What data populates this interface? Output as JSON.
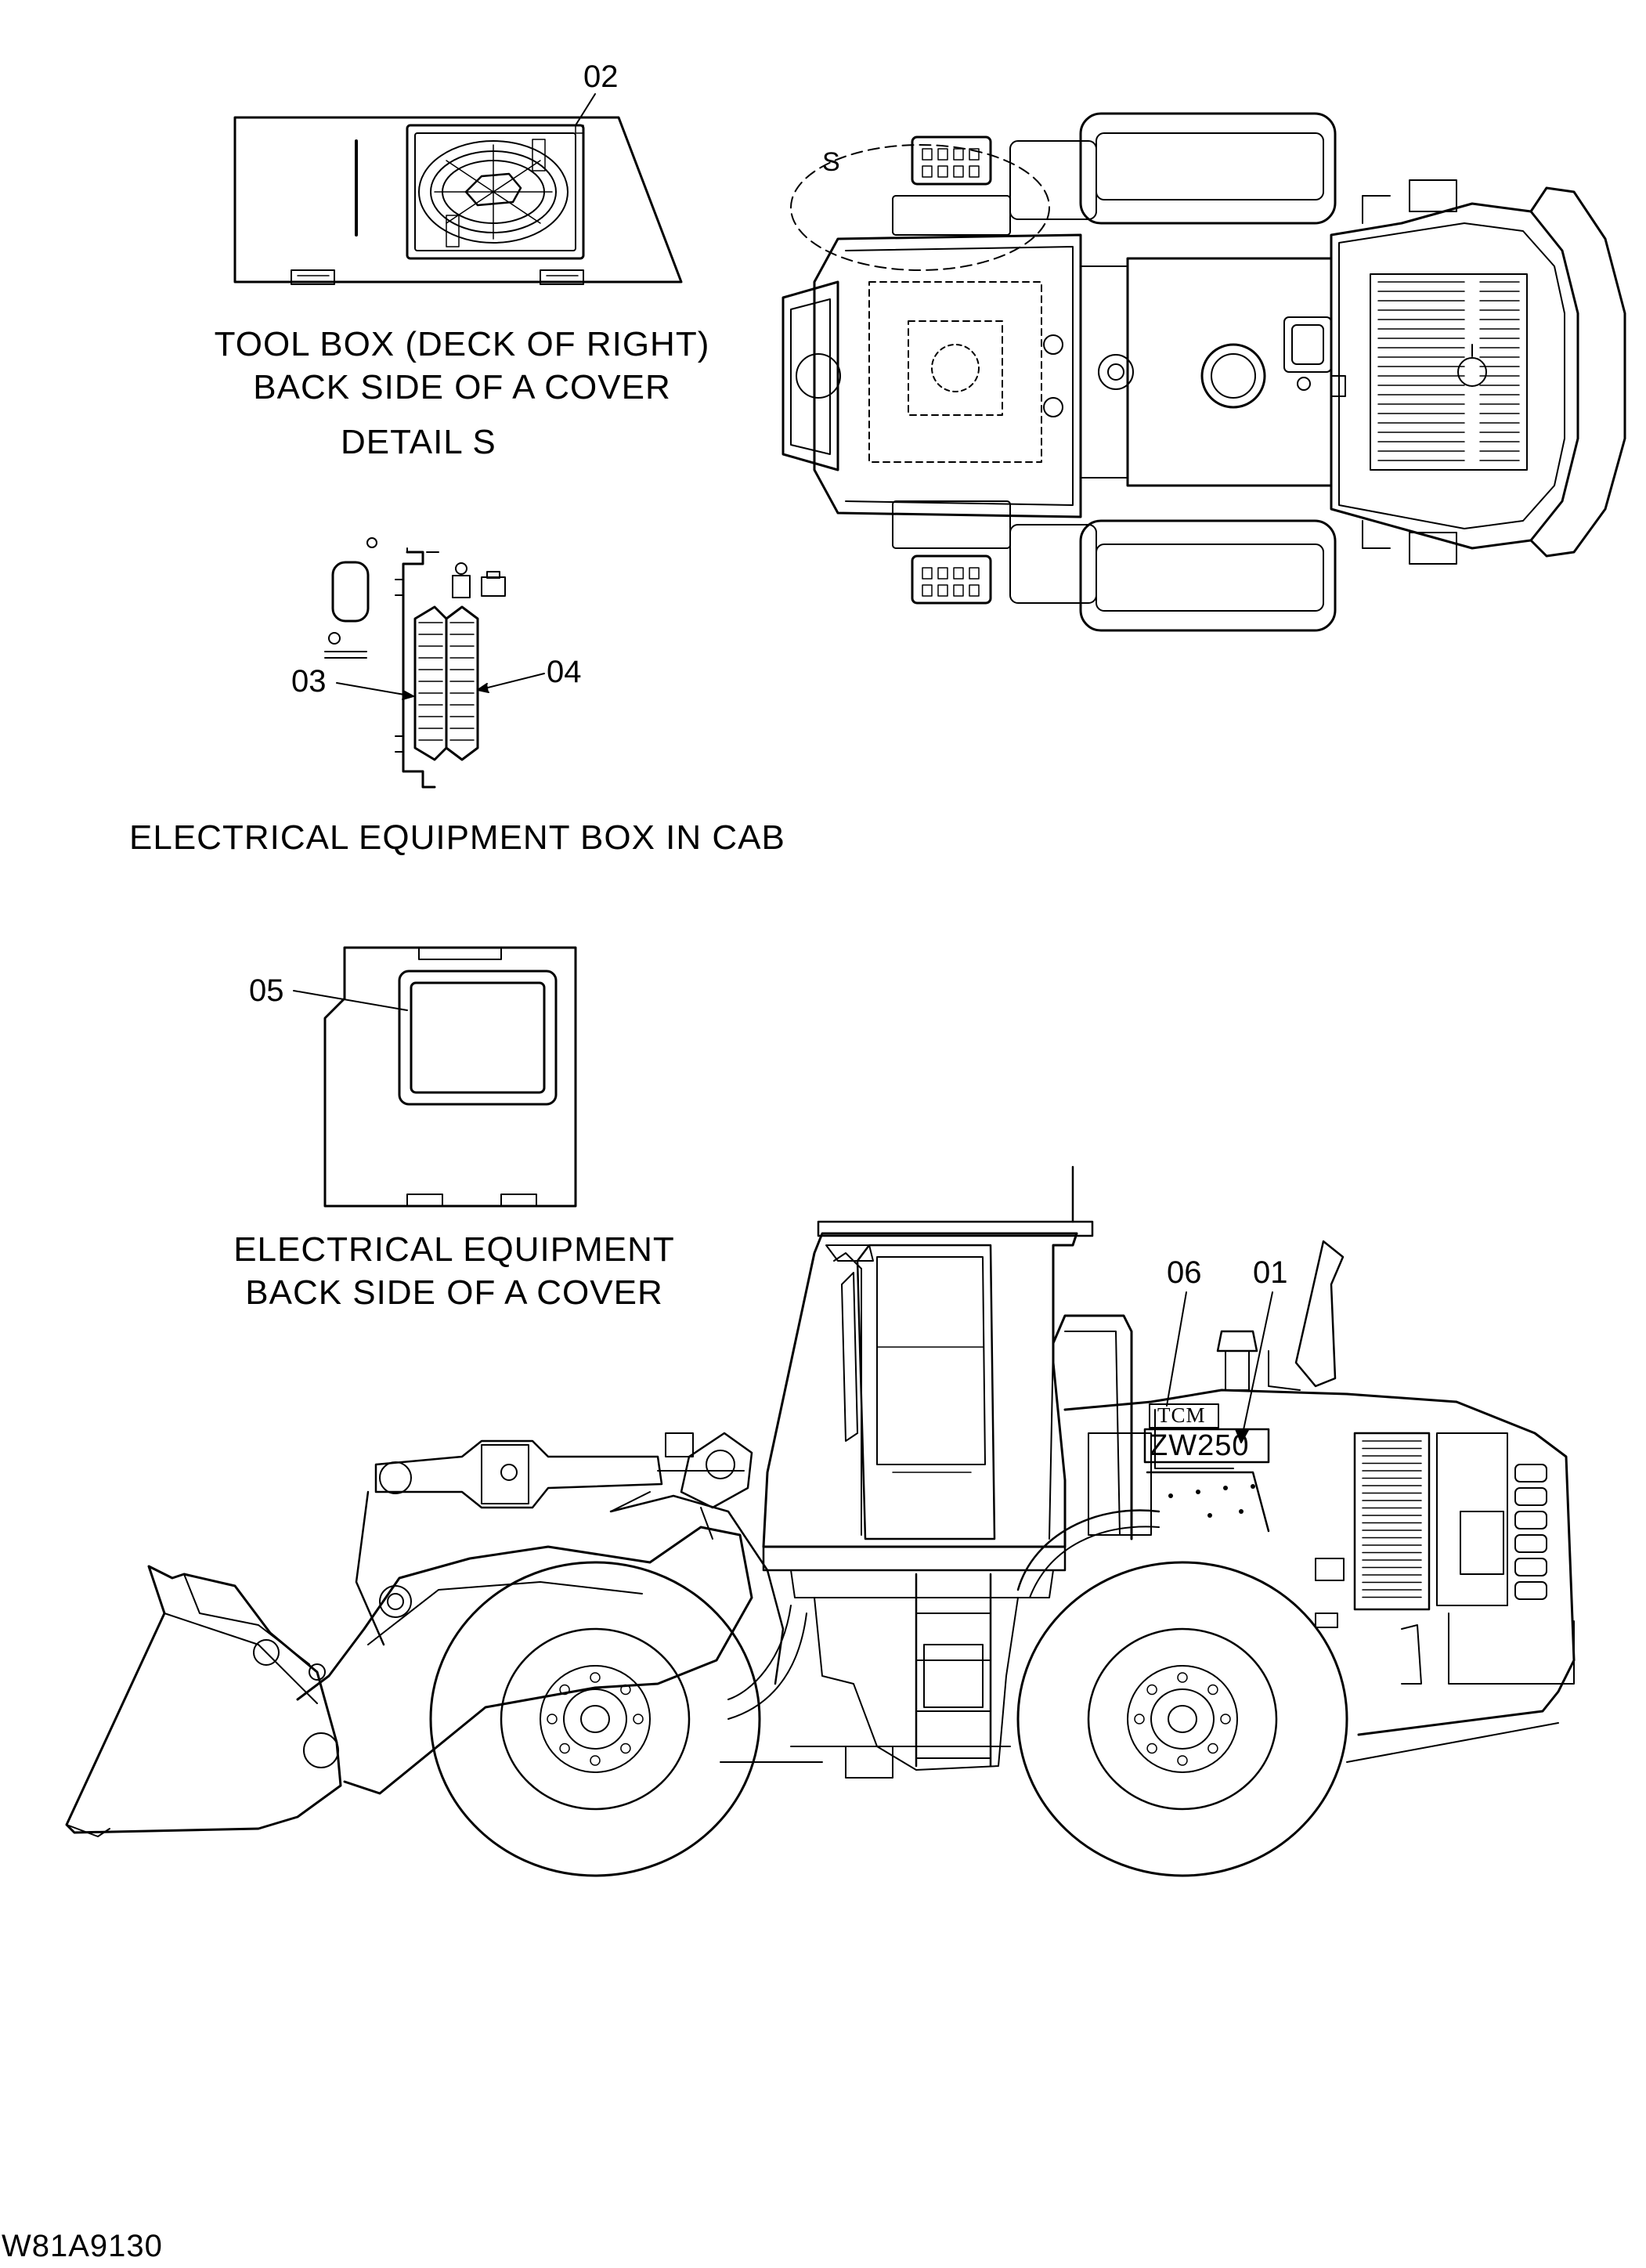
{
  "captions": {
    "toolbox_line1": "TOOL BOX (DECK OF RIGHT)",
    "toolbox_line2": "BACK SIDE OF A COVER",
    "detail": "DETAIL S",
    "elec_box": "ELECTRICAL EQUIPMENT BOX IN CAB",
    "elec_cover_line1": "ELECTRICAL EQUIPMENT",
    "elec_cover_line2": "BACK SIDE OF A COVER"
  },
  "callouts": {
    "c01": "01",
    "c02": "02",
    "c03": "03",
    "c04": "04",
    "c05": "05",
    "c06": "06",
    "detail_marker": "S"
  },
  "decals": {
    "brand": "TCM",
    "model": "ZW250"
  },
  "drawing_number": "W81A9130",
  "colors": {
    "line": "#000000",
    "background": "#ffffff"
  }
}
